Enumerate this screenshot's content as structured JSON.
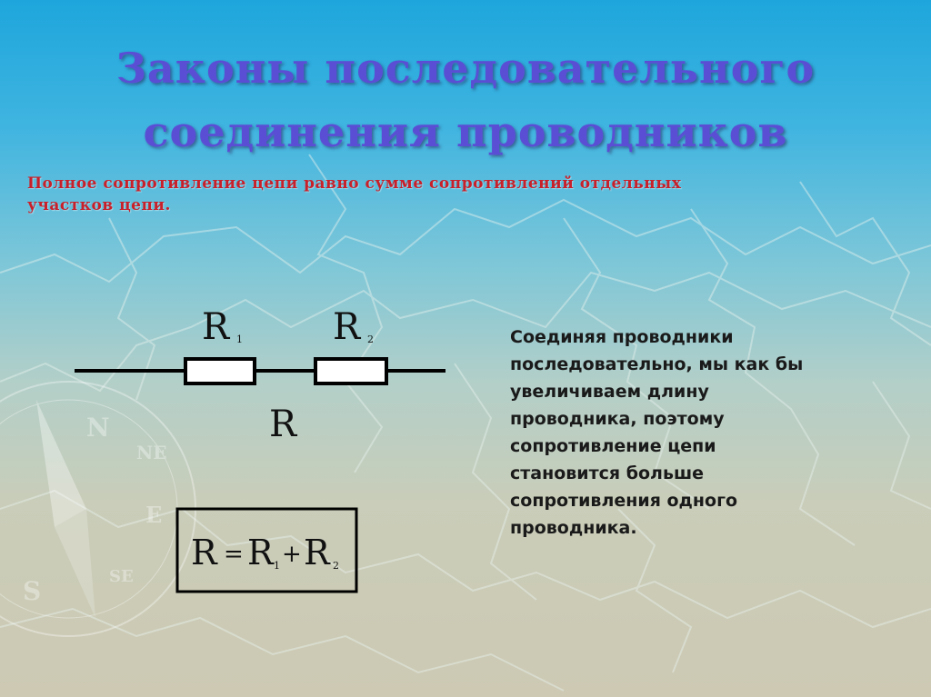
{
  "title": {
    "line1": "Законы последовательного",
    "line2": "соединения проводников"
  },
  "subtitle": {
    "line1": "Полное сопротивление цепи равно сумме сопротивлений отдельных",
    "line2": "участков цепи."
  },
  "circuit": {
    "r1_letter": "R",
    "r1_index": "1",
    "r2_letter": "R",
    "r2_index": "2",
    "total_label": "R"
  },
  "formula": {
    "r": "R",
    "eq": "=",
    "r1": "R",
    "r1_index": "1",
    "plus": "+",
    "r2": "R",
    "r2_index": "2"
  },
  "explanation": {
    "lines": [
      "Соединяя проводники",
      "последовательно, мы как бы",
      "увеличиваем длину",
      "проводника, поэтому",
      "сопротивление цепи",
      "становится больше",
      "сопротивления одного",
      "проводника."
    ]
  },
  "background": {
    "compass_letters": [
      "N",
      "NE",
      "E",
      "SE",
      "S"
    ]
  },
  "colors": {
    "title": "#5a4fd4",
    "subtitle": "#c8202a",
    "text": "#1a1a1a"
  }
}
